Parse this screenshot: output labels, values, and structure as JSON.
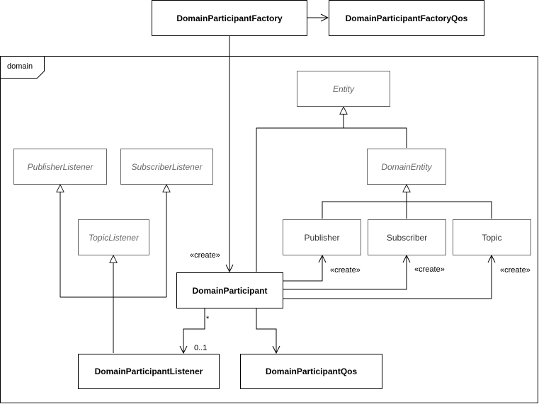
{
  "package": {
    "name": "domain"
  },
  "classes": {
    "factory": "DomainParticipantFactory",
    "factory_qos": "DomainParticipantFactoryQos",
    "entity": "Entity",
    "domain_entity": "DomainEntity",
    "publisher_listener": "PublisherListener",
    "subscriber_listener": "SubscriberListener",
    "topic_listener": "TopicListener",
    "publisher": "Publisher",
    "subscriber": "Subscriber",
    "topic": "Topic",
    "participant": "DomainParticipant",
    "participant_listener": "DomainParticipantListener",
    "participant_qos": "DomainParticipantQos"
  },
  "stereotypes": {
    "create_participant": "«create»",
    "create_publisher": "«create»",
    "create_subscriber": "«create»",
    "create_topic": "«create»"
  },
  "multiplicities": {
    "listener_source": "*",
    "listener_target": "0..1"
  },
  "colors": {
    "line": "#000000",
    "abstract_border": "#666666",
    "abstract_text": "#666666"
  }
}
